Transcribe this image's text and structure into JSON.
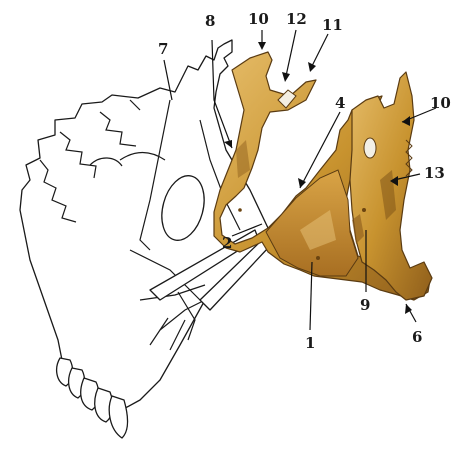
{
  "figure": {
    "labels": {
      "l1": "1",
      "l2": "2",
      "l4": "4",
      "l6": "6",
      "l7": "7",
      "l8": "8",
      "l9": "9",
      "l10a": "10",
      "l10b": "10",
      "l11": "11",
      "l12": "12",
      "l13": "13"
    },
    "colors": {
      "bone_light": "#d9aa4e",
      "bone_mid": "#c08a2c",
      "bone_dark": "#7a4f15",
      "outline": "#1a1a1a",
      "background": "#ffffff"
    }
  }
}
